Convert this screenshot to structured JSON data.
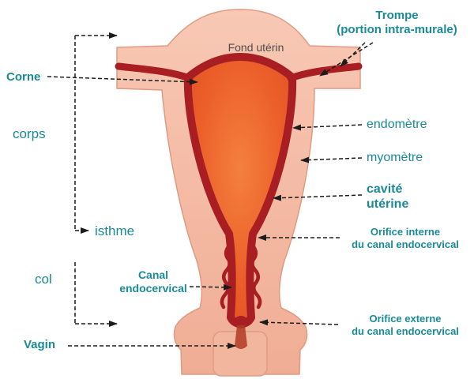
{
  "colors": {
    "label_teal": "#1a8a99",
    "body_pink": "#f5bba7",
    "lining_red": "#a81e23",
    "cavity_orange": "#ec5f2a",
    "arrow_black": "#1c1c1c",
    "fond_text": "#4d4d4d"
  },
  "labels": {
    "trompe_line1": "Trompe",
    "trompe_line2": "(portion intra-murale)",
    "fond_uterin": "Fond utérin",
    "corne": "Corne",
    "corps": "corps",
    "endometre": "endomètre",
    "myometre": "myomètre",
    "cavite_line1": "cavité",
    "cavite_line2": "utérine",
    "isthme": "isthme",
    "orifice_interne_line1": "Orifice interne",
    "orifice_interne_line2": "du canal endocervical",
    "col": "col",
    "canal_line1": "Canal",
    "canal_line2": "endocervical",
    "orifice_externe_line1": "Orifice externe",
    "orifice_externe_line2": "du canal endocervical",
    "vagin": "Vagin"
  }
}
